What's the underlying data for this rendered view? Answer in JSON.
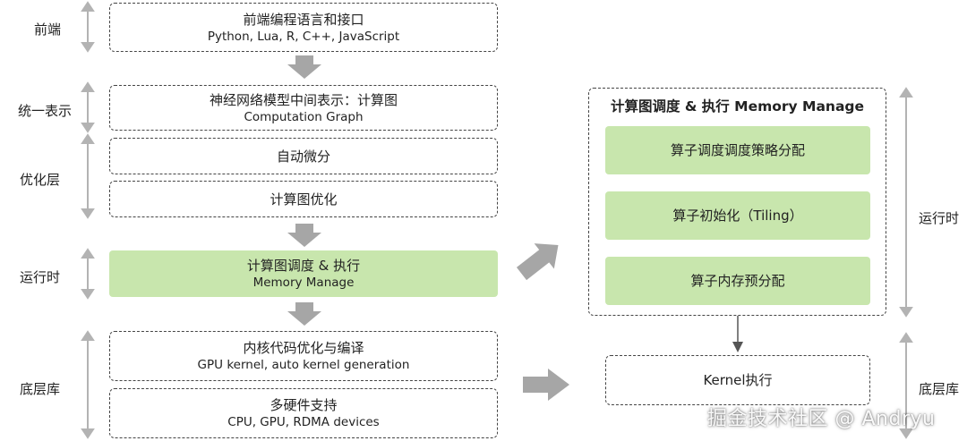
{
  "layers": {
    "frontend": "前端",
    "unified": "统一表示",
    "optimization": "优化层",
    "runtime": "运行时",
    "bottom": "底层库"
  },
  "left_boxes": {
    "frontend": {
      "title": "前端编程语言和接口",
      "subtitle": "Python, Lua, R, C++, JavaScript"
    },
    "ir": {
      "title": "神经网络模型中间表示：计算图",
      "subtitle": "Computation Graph"
    },
    "autodiff": {
      "title": "自动微分"
    },
    "graph_opt": {
      "title": "计算图优化"
    },
    "runtime": {
      "title": "计算图调度 & 执行",
      "subtitle": "Memory Manage"
    },
    "kernel_opt": {
      "title": "内核代码优化与编译",
      "subtitle": "GPU kernel, auto kernel generation"
    },
    "hardware": {
      "title": "多硬件支持",
      "subtitle": "CPU, GPU, RDMA devices"
    }
  },
  "right_panel": {
    "title": "计算图调度 & 执行 Memory Manage",
    "steps": [
      "算子调度调度策略分配",
      "算子初始化（Tiling）",
      "算子内存预分配"
    ],
    "kernel": "Kernel执行",
    "runtime_label": "运行时",
    "bottom_label": "底层库"
  },
  "watermark": "掘金技术社区 @ Andryu",
  "colors": {
    "green_fill": "#c8e6ad",
    "arrow_gray": "#a6a6a6",
    "dash_border": "#444444",
    "bracket_gray": "#b3b3b3"
  }
}
